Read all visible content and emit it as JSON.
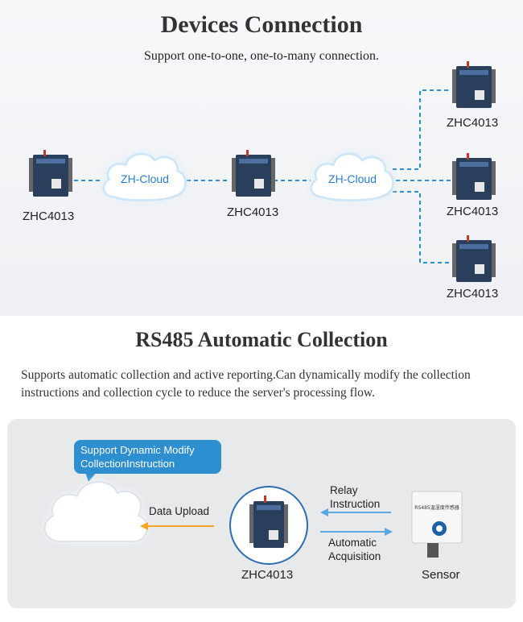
{
  "section1": {
    "title": "Devices Connection",
    "subtitle": "Support one-to-one, one-to-many connection.",
    "device_label": "ZHC4013",
    "cloud_label": "ZH-Cloud"
  },
  "section2": {
    "title": "RS485 Automatic Collection",
    "description": "Supports automatic collection and active reporting.Can dynamically modify the collection instructions and collection cycle to reduce the server's processing flow.",
    "bubble": "Support Dynamic Modify CollectionInstruction",
    "data_upload": "Data Upload",
    "relay_instruction": "Relay Instruction",
    "automatic_acquisition": "Automatic Acquisition",
    "device_label": "ZHC4013",
    "sensor_label": "Sensor",
    "sensor_tag": "RS485温湿度传感器"
  },
  "colors": {
    "accent_blue": "#2e8fd0",
    "arrow_orange": "#f5a623",
    "device_body": "#2a3f5c"
  }
}
